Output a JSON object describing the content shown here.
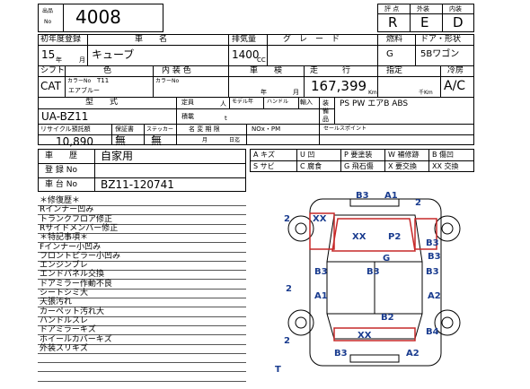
{
  "header": {
    "lot_label_top": "出品",
    "lot_label_bottom": "No",
    "lot_number": "4008",
    "score_label": "評 点",
    "exterior_label": "外装",
    "interior_label": "内装",
    "score": "R",
    "exterior": "E",
    "interior": "D"
  },
  "row1": {
    "reg_label": "初年度登録",
    "model_label": "車　　名",
    "disp_label": "排気量",
    "grade_label": "グ　レ　ー　ド",
    "fuel_label": "燃料",
    "body_label": "ドア・形状",
    "year": "15",
    "year_unit": "年",
    "month_unit": "月",
    "model": "キューブ",
    "displacement": "1400",
    "disp_unit": "CC",
    "fuel": "G",
    "body": "5Bワゴン"
  },
  "row2": {
    "shift_label": "シフト",
    "color_label": "色",
    "interior_label": "内 装 色",
    "inspection_label": "車　　検",
    "mileage_label": "走　　　行",
    "price_label": "指定",
    "ac_label": "冷房",
    "shift": "CAT",
    "color_no_label": "カラーNo",
    "color_no": "T11",
    "color_name": "エアブルー",
    "interior_color_no_label": "カラーNo",
    "insp_year_unit": "年",
    "insp_month_unit": "月",
    "mileage": "167,399",
    "mileage_unit": "Km",
    "price_unit": "千Km",
    "ac": "A/C"
  },
  "row3": {
    "type_label": "型　　式",
    "capacity_label": "定員",
    "capacity_unit": "人",
    "model_code_label": "モデル年",
    "handle_label": "ハンドル",
    "import_label": "輸入",
    "load_label": "積載",
    "load_unit": "t",
    "equip_label": "装備品",
    "model_code": "UA-BZ11",
    "equipment": "PS PW エアB ABS"
  },
  "row4": {
    "recycle_label": "リサイクル預託額",
    "warranty_label": "保証書",
    "sticker_label": "ステッカー",
    "name_change_label": "名 変 期 限",
    "nox_label": "NOx・PM",
    "sales_label": "セールスポイント",
    "recycle": "10,890",
    "warranty": "無",
    "sticker": "無",
    "nc_month_unit": "月",
    "nc_day_unit": "日迄"
  },
  "history": {
    "history_label": "車　　歴",
    "history": "自家用",
    "reg_no_label": "登 録 No",
    "chassis_label": "車 台 No",
    "chassis": "BZ11-120741"
  },
  "legend": [
    [
      "A",
      "キズ"
    ],
    [
      "U",
      "凹"
    ],
    [
      "P",
      "要塗装"
    ],
    [
      "W",
      "補修跡"
    ],
    [
      "S",
      "サビ"
    ],
    [
      "C",
      "腐食"
    ],
    [
      "G",
      "飛石傷"
    ],
    [
      "X",
      "要交換"
    ],
    [
      "XX",
      "交換"
    ],
    [
      "B",
      "傷凹"
    ]
  ],
  "notes": [
    "＊修復歴＊",
    "Rインナー凹み",
    "トランクフロア修正",
    "Rサイドメンバー修正",
    "＊特記事項＊",
    "Fインナー小凹み",
    "フロントピラー小凹み",
    "エンジンブレ",
    "エンドパネル交換",
    "ドアミラー作動不良",
    "シートシミ大",
    "天張汚れ",
    "カーペット汚れ大",
    "ハンドルスレ",
    "ドアミラーキズ",
    "ホイールカバーキズ",
    "外装スリキズ"
  ],
  "diagram_marks": [
    "B3",
    "A1",
    "2",
    "XX",
    "XX",
    "P2",
    "B3",
    "B3",
    "G",
    "B3",
    "B3",
    "B3",
    "A1",
    "A2",
    "B2",
    "B4",
    "XX",
    "2",
    "B3",
    "A2",
    "T",
    "2",
    "2"
  ]
}
